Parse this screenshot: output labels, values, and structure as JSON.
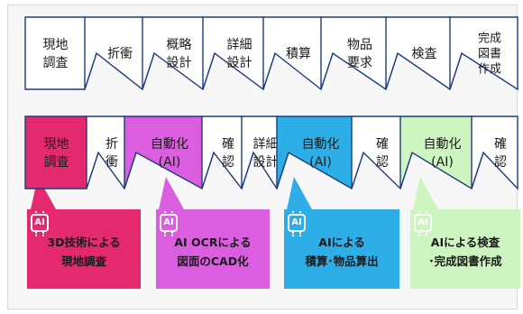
{
  "colors": {
    "row1_fill": "#ffffff",
    "row1_stroke": "#1f3b7a",
    "row2_stroke": "#1f3b7a",
    "magenta": "#e5296f",
    "violet": "#db5de0",
    "sky": "#2eaee6",
    "mint": "#cdf5c0",
    "plain": "#ffffff"
  },
  "row1": [
    {
      "id": "genchi",
      "label": [
        "現地",
        "調査"
      ]
    },
    {
      "id": "sekkou",
      "label": [
        "折衝"
      ]
    },
    {
      "id": "gairyaku",
      "label": [
        "概略",
        "設計"
      ]
    },
    {
      "id": "shousai",
      "label": [
        "詳細",
        "設計"
      ]
    },
    {
      "id": "sekisan",
      "label": [
        "積算"
      ]
    },
    {
      "id": "buppin",
      "label": [
        "物品",
        "要求"
      ]
    },
    {
      "id": "kensa",
      "label": [
        "検査"
      ]
    },
    {
      "id": "kansei",
      "label": [
        "完成",
        "図書",
        "作成"
      ]
    }
  ],
  "row2": [
    {
      "id": "genchi",
      "label": [
        "現地",
        "調査"
      ],
      "color": "magenta"
    },
    {
      "id": "sekkou",
      "label": [
        "折",
        "衝"
      ],
      "color": "plain"
    },
    {
      "id": "auto1",
      "label": [
        "自動化",
        "(AI)"
      ],
      "color": "violet"
    },
    {
      "id": "kakunin1",
      "label": [
        "確",
        "認"
      ],
      "color": "plain"
    },
    {
      "id": "shousai",
      "label": [
        "詳細",
        "設計"
      ],
      "color": "plain"
    },
    {
      "id": "auto2",
      "label": [
        "自動化",
        "(AI)"
      ],
      "color": "sky"
    },
    {
      "id": "kakunin2",
      "label": [
        "確",
        "認"
      ],
      "color": "plain"
    },
    {
      "id": "auto3",
      "label": [
        "自動化",
        "(AI)"
      ],
      "color": "mint"
    },
    {
      "id": "kakunin3",
      "label": [
        "確",
        "認"
      ],
      "color": "plain"
    }
  ],
  "callouts": [
    {
      "id": "callout-genchi",
      "icon_text": "AI",
      "lines": [
        "3D技術による",
        "現地調査"
      ],
      "color": "magenta"
    },
    {
      "id": "callout-ocr",
      "icon_text": "AI",
      "lines": [
        "AI OCRによる",
        "図面のCAD化"
      ],
      "color": "violet"
    },
    {
      "id": "callout-sekisan",
      "icon_text": "AI",
      "lines": [
        "AIによる",
        "積算･物品算出"
      ],
      "color": "sky"
    },
    {
      "id": "callout-kensa",
      "icon_text": "AI",
      "lines": [
        "AIによる検査",
        "･完成図書作成"
      ],
      "color": "mint"
    }
  ]
}
